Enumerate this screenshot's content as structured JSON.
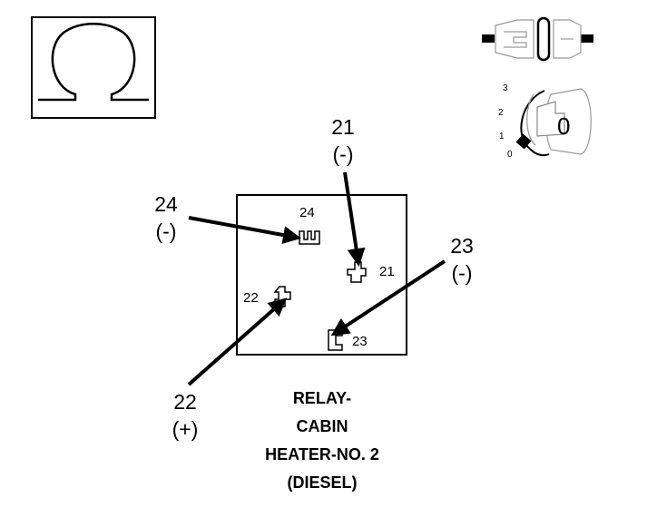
{
  "symbol_icon": "ohm-icon",
  "switch_icon": "connector-switch-icon",
  "ignition_icon": "ignition-key-icon",
  "ignition": {
    "positions": [
      "0",
      "1",
      "2",
      "3"
    ],
    "key_label": "0"
  },
  "callouts": [
    {
      "id": "21",
      "number": "21",
      "polarity": "(-)"
    },
    {
      "id": "24",
      "number": "24",
      "polarity": "(-)"
    },
    {
      "id": "23",
      "number": "23",
      "polarity": "(-)"
    },
    {
      "id": "22",
      "number": "22",
      "polarity": "(+)"
    }
  ],
  "terminals": [
    {
      "id": "24",
      "label": "24"
    },
    {
      "id": "21",
      "label": "21"
    },
    {
      "id": "22",
      "label": "22"
    },
    {
      "id": "23",
      "label": "23"
    }
  ],
  "title_lines": [
    "RELAY-",
    "CABIN",
    "HEATER-NO. 2",
    "(DIESEL)"
  ]
}
